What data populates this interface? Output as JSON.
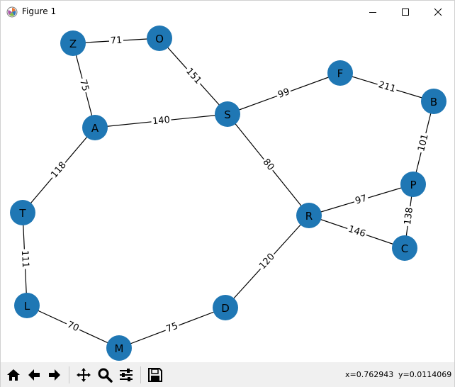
{
  "window": {
    "title": "Figure 1",
    "controls": [
      "minimize-icon",
      "maximize-icon",
      "close-icon"
    ]
  },
  "graph": {
    "node_color": "#1f77b4",
    "edge_color": "#000000",
    "nodes": [
      {
        "id": "Z"
      },
      {
        "id": "O"
      },
      {
        "id": "A"
      },
      {
        "id": "S"
      },
      {
        "id": "F"
      },
      {
        "id": "B"
      },
      {
        "id": "P"
      },
      {
        "id": "T"
      },
      {
        "id": "R"
      },
      {
        "id": "C"
      },
      {
        "id": "L"
      },
      {
        "id": "D"
      },
      {
        "id": "M"
      }
    ],
    "edges": [
      {
        "from": "Z",
        "to": "O",
        "weight": "71"
      },
      {
        "from": "Z",
        "to": "A",
        "weight": "75"
      },
      {
        "from": "O",
        "to": "S",
        "weight": "151"
      },
      {
        "from": "A",
        "to": "S",
        "weight": "140"
      },
      {
        "from": "S",
        "to": "F",
        "weight": "99"
      },
      {
        "from": "F",
        "to": "B",
        "weight": "211"
      },
      {
        "from": "B",
        "to": "P",
        "weight": "101"
      },
      {
        "from": "S",
        "to": "R",
        "weight": "80"
      },
      {
        "from": "A",
        "to": "T",
        "weight": "118"
      },
      {
        "from": "R",
        "to": "P",
        "weight": "97"
      },
      {
        "from": "P",
        "to": "C",
        "weight": "138"
      },
      {
        "from": "R",
        "to": "C",
        "weight": "146"
      },
      {
        "from": "T",
        "to": "L",
        "weight": "111"
      },
      {
        "from": "R",
        "to": "D",
        "weight": "120"
      },
      {
        "from": "L",
        "to": "M",
        "weight": "70"
      },
      {
        "from": "M",
        "to": "D",
        "weight": "75"
      }
    ]
  },
  "toolbar": {
    "buttons": [
      "home-icon",
      "back-icon",
      "forward-icon",
      "pan-icon",
      "zoom-icon",
      "configure-subplots-icon",
      "save-icon"
    ],
    "coords": {
      "x": "x=0.762943",
      "y": "y=0.0114069"
    }
  }
}
